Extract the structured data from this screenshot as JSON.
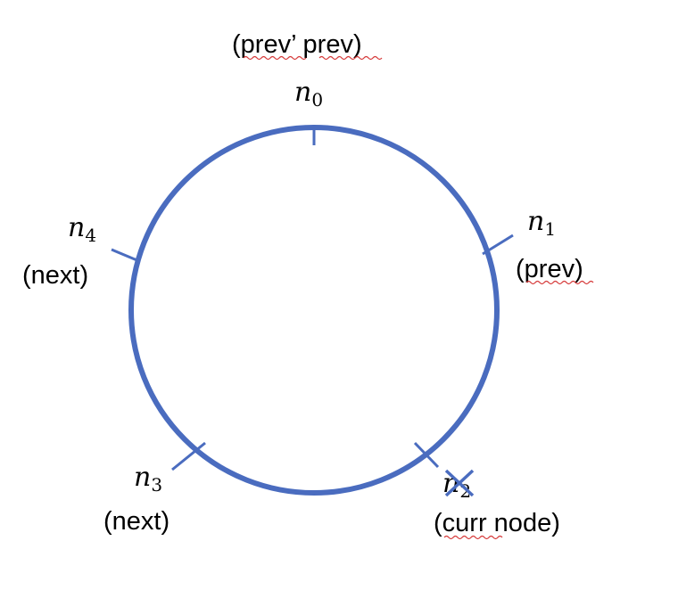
{
  "colors": {
    "ring": "#4a6cbf",
    "ring_stroke_dark": "#3b5aa8",
    "tick": "#4a6cbf",
    "text": "#000000",
    "spellcheck_underline": "#d63a3a"
  },
  "nodes": [
    {
      "id": "n0",
      "symbol": "n",
      "index": "0",
      "annotation_parts": [
        "(",
        "prev",
        "’ ",
        "prev",
        ")"
      ]
    },
    {
      "id": "n1",
      "symbol": "n",
      "index": "1",
      "annotation_parts": [
        "(",
        "prev",
        ")"
      ]
    },
    {
      "id": "n2",
      "symbol": "n",
      "index": "2",
      "annotation_parts": [
        "(",
        "curr",
        " node)"
      ],
      "crossed_out": true
    },
    {
      "id": "n3",
      "symbol": "n",
      "index": "3",
      "annotation_parts": [
        "(next)"
      ]
    },
    {
      "id": "n4",
      "symbol": "n",
      "index": "4",
      "annotation_parts": [
        "(next)"
      ]
    }
  ]
}
